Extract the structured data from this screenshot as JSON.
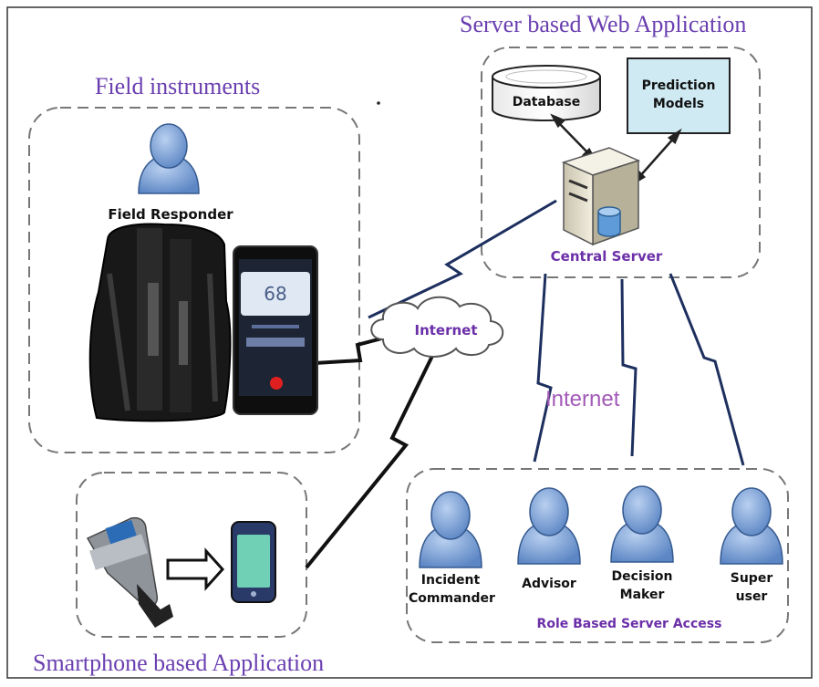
{
  "titles": {
    "server_app": "Server based Web Application",
    "field_instruments": "Field instruments",
    "smartphone_app": "Smartphone based Application"
  },
  "server": {
    "database": "Database",
    "prediction_line1": "Prediction",
    "prediction_line2": "Models",
    "central_server": "Central Server"
  },
  "field": {
    "responder": "Field Responder",
    "phone_reading": "68"
  },
  "network": {
    "internet_cloud": "Internet",
    "internet_label": "Internet"
  },
  "roles": {
    "incident_1": "Incident",
    "incident_2": "Commander",
    "advisor": "Advisor",
    "decision_1": "Decision",
    "decision_2": "Maker",
    "super_1": "Super",
    "super_2": "user",
    "footer": "Role Based Server Access"
  },
  "colors": {
    "title_purple": "#6a3fb0",
    "person_blue": "#7fa3d6",
    "label_purple": "#6b2fa8",
    "phone_screen": "#6fd0b6"
  }
}
